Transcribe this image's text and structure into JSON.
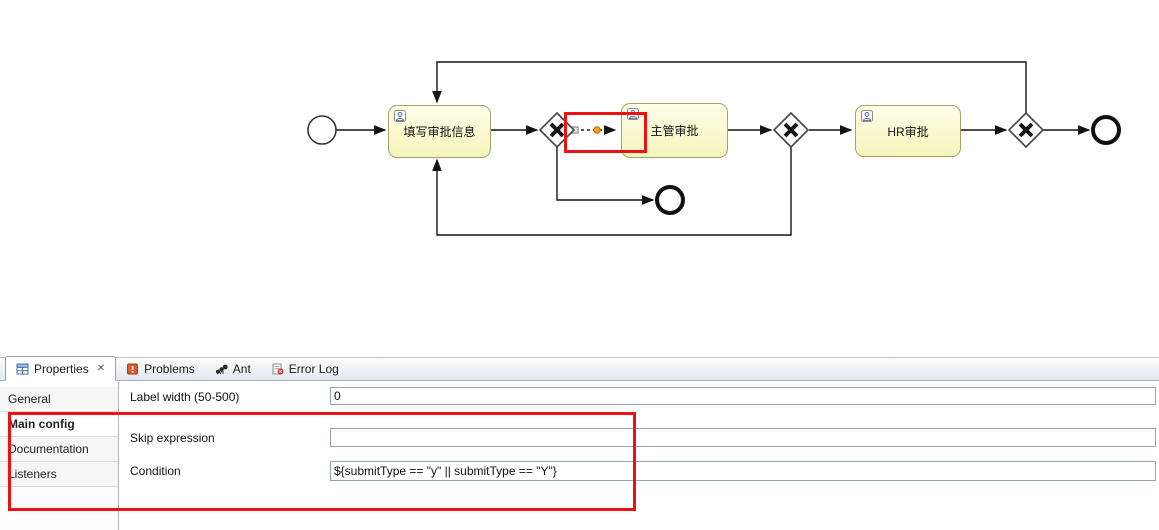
{
  "diagram": {
    "tasks": [
      {
        "label": "填写审批信息"
      },
      {
        "label": "主管审批"
      },
      {
        "label": "HR审批"
      }
    ],
    "events": {
      "start": "start-event",
      "end_main": "end-event",
      "end_branch": "end-event"
    },
    "gateways": [
      "exclusive-gateway",
      "exclusive-gateway",
      "exclusive-gateway"
    ],
    "selected_flow": "sequence-flow-selected"
  },
  "tabs": [
    {
      "label": "Properties",
      "close": "✕",
      "selected": true,
      "icon": "properties-icon"
    },
    {
      "label": "Problems",
      "icon": "problems-icon"
    },
    {
      "label": "Ant",
      "icon": "ant-icon"
    },
    {
      "label": "Error Log",
      "icon": "error-log-icon"
    }
  ],
  "sidebar": {
    "items": [
      {
        "label": "General"
      },
      {
        "label": "Main config"
      },
      {
        "label": "Documentation"
      },
      {
        "label": "Listeners"
      }
    ],
    "selected": "Main config"
  },
  "form": {
    "rows": [
      {
        "label": "Label width (50-500)",
        "value": "0"
      },
      {
        "label": "Skip expression",
        "value": ""
      },
      {
        "label": "Condition",
        "value": "${submitType == \"y\" || submitType == \"Y\"}"
      }
    ]
  },
  "colors": {
    "annotation_red": "#ee1111",
    "task_fill": "#f8f8c8",
    "task_border": "#a3a368",
    "flow_stroke": "#141414",
    "bendpoint_orange": "#ffa022"
  }
}
